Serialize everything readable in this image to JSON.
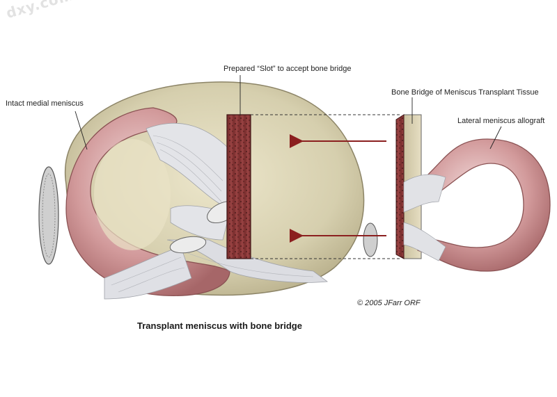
{
  "watermark": "dxy.com",
  "labels": {
    "slot": "Prepared “Slot” to accept bone bridge",
    "intact": "Intact medial meniscus",
    "bone_bridge": "Bone Bridge of Meniscus Transplant Tissue",
    "lateral": "Lateral meniscus allograft"
  },
  "copyright": "© 2005 JFarr ORF",
  "caption": "Transplant meniscus with bone bridge",
  "colors": {
    "plateau": "#d6cfae",
    "meniscus": "#c98f90",
    "bone_bridge": "#8b3a3a",
    "arrow": "#8b1f1f",
    "ligament": "#d9dbe0"
  }
}
